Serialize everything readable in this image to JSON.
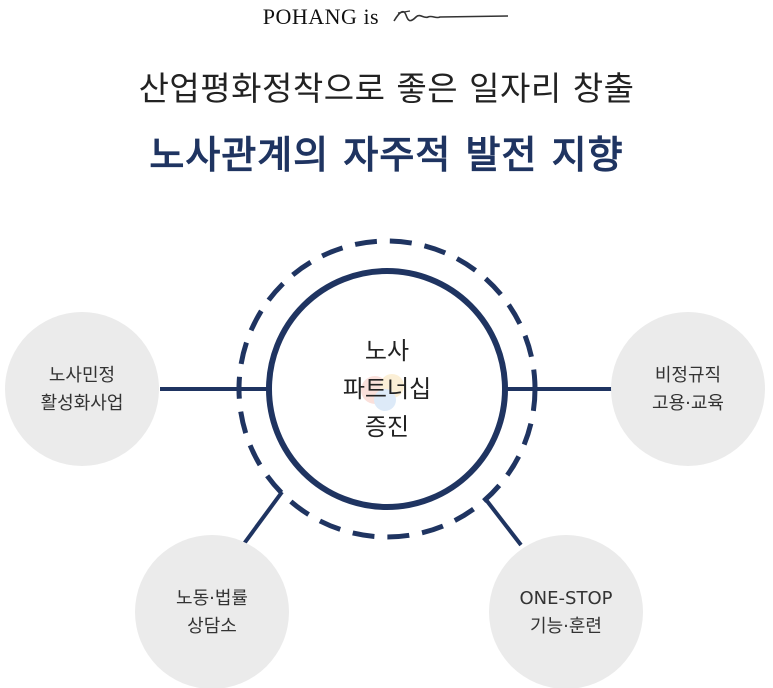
{
  "brand": {
    "text": "POHANG is",
    "signature_icon": "signature-icon"
  },
  "headline": "산업평화정착으로 좋은 일자리 창출",
  "subheadline": "노사관계의 자주적 발전 지향",
  "hub": {
    "lines": [
      "노사",
      "파트너십",
      "증진"
    ]
  },
  "nodes": [
    {
      "id": "left",
      "lines": [
        "노사민정",
        "활성화사업"
      ]
    },
    {
      "id": "right",
      "lines": [
        "비정규직",
        "고용·교육"
      ]
    },
    {
      "id": "bottom-left",
      "lines": [
        "노동·법률",
        "상담소"
      ]
    },
    {
      "id": "bottom-right",
      "lines": [
        "ONE-STOP",
        "기능·훈련"
      ]
    }
  ],
  "colors": {
    "navy": "#1f3461",
    "circle_fill": "#ebebeb",
    "text": "#333333"
  }
}
